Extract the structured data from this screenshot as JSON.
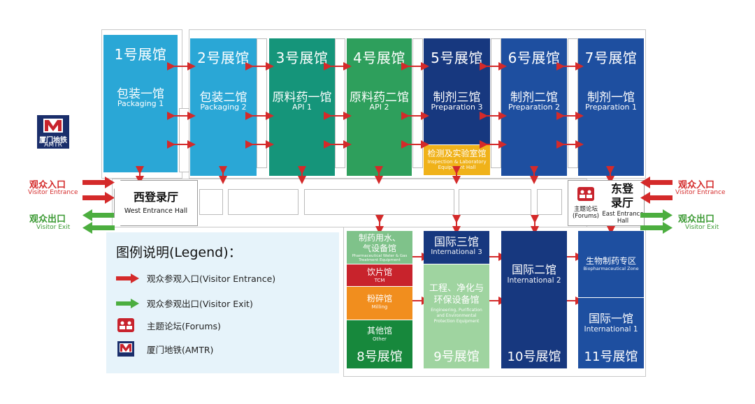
{
  "colors": {
    "cyan": "#2aa7d6",
    "teal": "#15957a",
    "green": "#2e9f5c",
    "navy": "#17387f",
    "blue": "#1e4fa0",
    "yellow": "#f0b21a",
    "pharmaGreen": "#7fc28a",
    "red": "#c8232c",
    "orange": "#f18e1e",
    "darkGreen": "#17883c",
    "paleGreen": "#9fd4a0",
    "arrowRed": "#d42a2a",
    "arrowGreen": "#4cae3f",
    "legendBg": "#e6f3fa"
  },
  "metro": {
    "cn": "厦门地铁",
    "en": "AMTR"
  },
  "halls_top": [
    {
      "num": "1号展馆",
      "cn": "包装一馆",
      "en": "Packaging 1"
    },
    {
      "num": "2号展馆",
      "cn": "包装二馆",
      "en": "Packaging 2"
    },
    {
      "num": "3号展馆",
      "cn": "原料药一馆",
      "en": "API 1"
    },
    {
      "num": "4号展馆",
      "cn": "原料药二馆",
      "en": "API 2"
    },
    {
      "num": "5号展馆",
      "cn": "制剂三馆",
      "en": "Preparation 3"
    },
    {
      "num": "6号展馆",
      "cn": "制剂二馆",
      "en": "Preparation 2"
    },
    {
      "num": "7号展馆",
      "cn": "制剂一馆",
      "en": "Preparation 1"
    }
  ],
  "inspection": {
    "cn": "检测及实验室馆",
    "en": "Inspection & Laboratory Equipment Hall"
  },
  "west_hall": {
    "cn": "西登录厅",
    "en": "West Entrance Hall"
  },
  "east_hall": {
    "cn": "东登录厅",
    "en": "East Entrance Hall"
  },
  "forums_label": {
    "cn": "主题论坛",
    "en": "(Forums)"
  },
  "left_entrance": {
    "cn": "观众入口",
    "en": "Visitor Entrance"
  },
  "left_exit": {
    "cn": "观众出口",
    "en": "Visitor Exit"
  },
  "right_entrance": {
    "cn": "观众入口",
    "en": "Visitor Entrance"
  },
  "right_exit": {
    "cn": "观众出口",
    "en": "Visitor Exit"
  },
  "hall8": {
    "water": {
      "cn1": "制药用水、",
      "cn2": "气设备馆",
      "en": "Pharmaceutical Water & Gas Treatment Equipment"
    },
    "tcm": {
      "cn": "饮片馆",
      "en": "TCM"
    },
    "milling": {
      "cn": "粉碎馆",
      "en": "Milling"
    },
    "other": {
      "cn": "其他馆",
      "en": "Other"
    },
    "num": "8号展馆"
  },
  "hall9": {
    "intl3": {
      "cn": "国际三馆",
      "en": "International 3"
    },
    "eng": {
      "cn1": "工程、净化与",
      "cn2": "环保设备馆",
      "en": "Engineering, Purification and Environmental Protection Equipment"
    },
    "num": "9号展馆"
  },
  "hall10": {
    "cn": "国际二馆",
    "en": "International 2",
    "num": "10号展馆"
  },
  "hall11": {
    "bio": {
      "cn": "生物制药专区",
      "en": "Biopharmaceutical Zone"
    },
    "intl1": {
      "cn": "国际一馆",
      "en": "International 1"
    },
    "num": "11号展馆"
  },
  "legend": {
    "title": "图例说明(Legend)：",
    "entrance": "观众参观入口(Visitor Entrance)",
    "exit": "观众参观出口(Visitor Exit)",
    "forums": "主题论坛(Forums)",
    "metro": "厦门地铁(AMTR)"
  }
}
